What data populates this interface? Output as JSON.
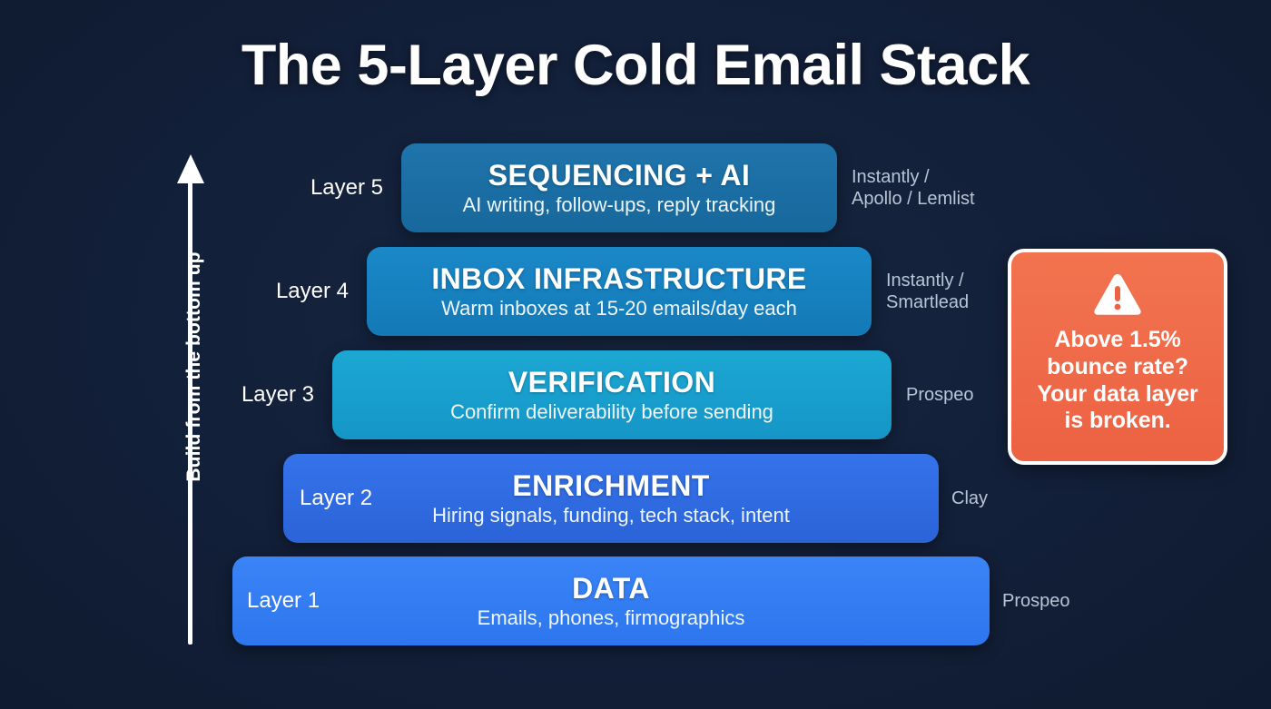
{
  "title": "The 5-Layer Cold Email Stack",
  "arrow": {
    "caption": "Build from the bottom up",
    "icon": "arrow-up-icon"
  },
  "layers": [
    {
      "layer_label": "Layer 5",
      "name": "SEQUENCING + AI",
      "description": "AI writing, follow-ups, reply tracking",
      "vendors": [
        "Instantly /",
        "Apollo / Lemlist"
      ],
      "color": "#1C6FA4"
    },
    {
      "layer_label": "Layer 4",
      "name": "INBOX INFRASTRUCTURE",
      "description": "Warm inboxes at 15-20 emails/day each",
      "vendors": [
        "Instantly /",
        "Smartlead"
      ],
      "color": "#1580C0"
    },
    {
      "layer_label": "Layer 3",
      "name": "VERIFICATION",
      "description": "Confirm deliverability before sending",
      "vendors": [
        "Prospeo"
      ],
      "color": "#189ECD"
    },
    {
      "layer_label": "Layer 2",
      "name": "ENRICHMENT",
      "description": "Hiring signals, funding, tech stack, intent",
      "vendors": [
        "Clay"
      ],
      "color": "#2E6BDE"
    },
    {
      "layer_label": "Layer 1",
      "name": "DATA",
      "description": "Emails, phones, firmographics",
      "vendors": [
        "Prospeo"
      ],
      "color": "#2E7DF2"
    }
  ],
  "warning": {
    "icon": "warning-triangle-icon",
    "lines": [
      "Above 1.5%",
      "bounce rate?",
      "Your data layer",
      "is broken."
    ],
    "color": "#EE6846",
    "border_color": "#FFFFFF"
  },
  "theme": {
    "background": "#101E33",
    "text": "#FFFFFF",
    "muted_text": "#B9C4D4"
  }
}
